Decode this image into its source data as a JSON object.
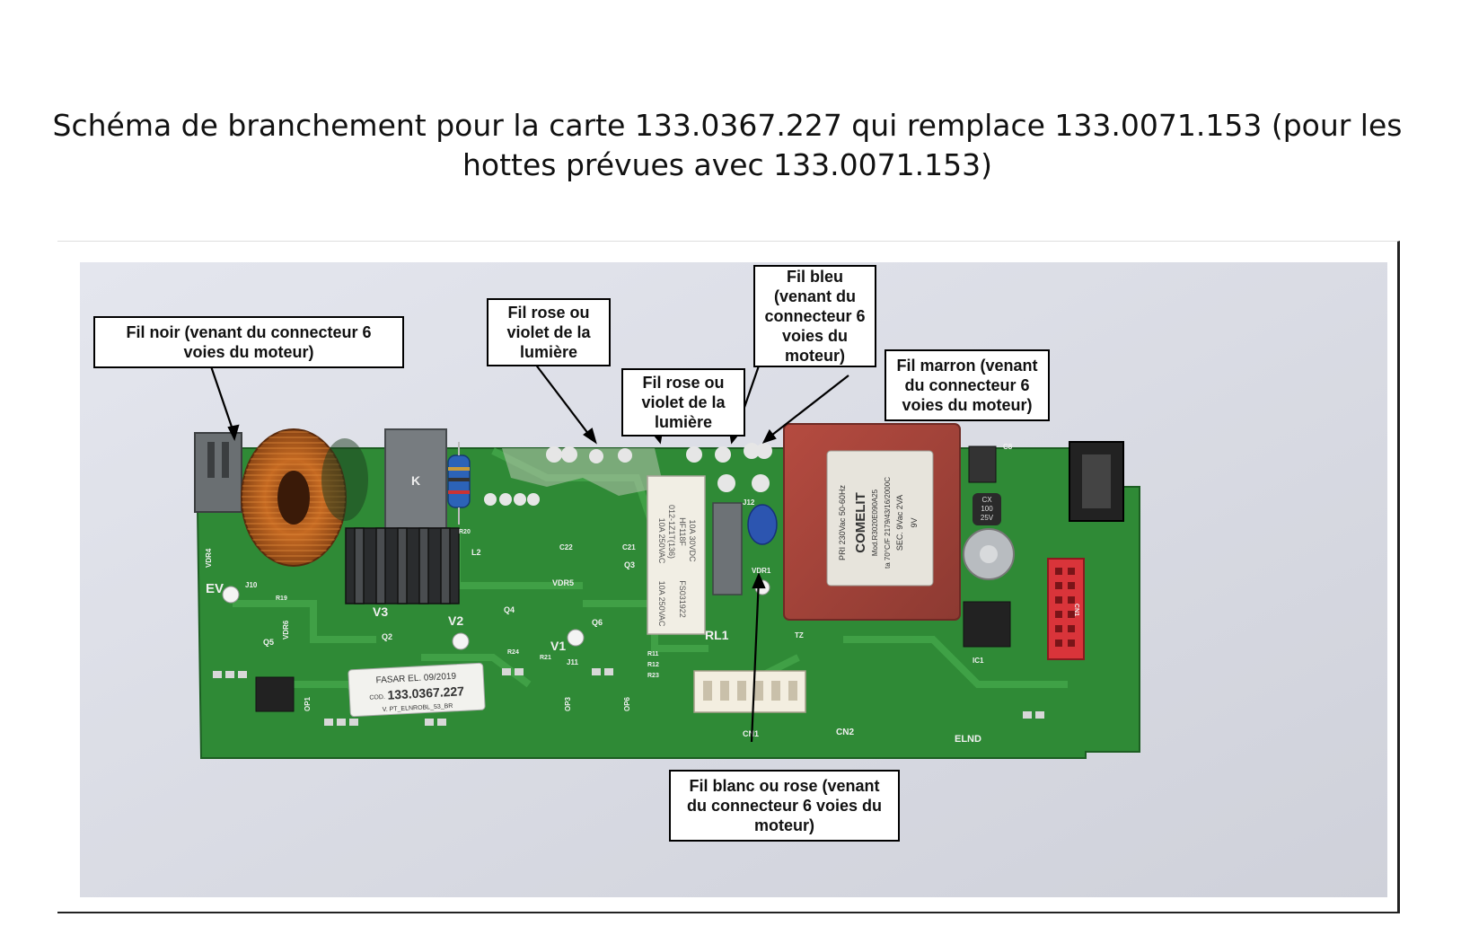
{
  "title": "Schéma de branchement pour la carte 133.0367.227 qui remplace 133.0071.153 (pour les hottes prévues avec 133.0071.153)",
  "callouts": [
    {
      "id": "noir",
      "text": "Fil noir (venant du connecteur 6\nvoies du moteur)"
    },
    {
      "id": "rose1",
      "text": "Fil rose ou\nviolet de la\nlumière"
    },
    {
      "id": "rose2",
      "text": "Fil rose ou\nviolet de la\nlumière"
    },
    {
      "id": "bleu",
      "text": "Fil bleu\n(venant du\nconnecteur 6\nvoies du\nmoteur)"
    },
    {
      "id": "marron",
      "text": "Fil marron (venant\ndu connecteur 6\nvoies du moteur)"
    },
    {
      "id": "blanc",
      "text": "Fil blanc ou rose (venant\ndu connecteur 6 voies du\nmoteur)"
    }
  ],
  "board_label": {
    "line1": "FASAR EL. 09/2019",
    "line2_prefix": "COD.",
    "line2": "133.0367.227",
    "line3": "V. PT_ELNROBL_53_BR"
  },
  "transformer": {
    "brand": "COMELIT",
    "pri": "PRI 230Vac 50-60Hz",
    "model": "Mod.R3020E090A25",
    "sec": "SEC. 9Vac 2VA",
    "ta": "ta 70°C/F 2179/43/16/2000C",
    "volt": "9V"
  },
  "relay": {
    "model": "HF118F",
    "line1": "012-1Z1T(136)",
    "line2": "10A 250VAC",
    "line3": "10A 30VDC",
    "line4": "10A 250VAC",
    "line5": "FS031922"
  },
  "capacitor": {
    "line1": "CX",
    "line2": "100",
    "line3": "25V"
  },
  "silkscreen": {
    "ev": "EV",
    "v3": "V3",
    "v2": "V2",
    "v1": "V1",
    "rl1": "RL1",
    "elnd": "ELND",
    "cn2": "CN2",
    "cn1": "CN1",
    "q2": "Q2",
    "q3": "Q3",
    "q4": "Q4",
    "q5": "Q5",
    "q6": "Q6",
    "l2": "L2",
    "vdr1": "VDR1",
    "vdr4": "VDR4",
    "vdr5": "VDR5",
    "vdr6": "VDR6",
    "op1": "OP1",
    "op3": "OP3",
    "op6": "OP6",
    "c21": "C21",
    "c22": "C22",
    "j11": "J11",
    "j10": "J10",
    "j12": "J12",
    "r11": "R11",
    "r12": "R12",
    "r19": "R19",
    "r20": "R20",
    "r21": "R21",
    "r23": "R23",
    "r24": "R24",
    "c8": "C8",
    "tz": "TZ",
    "ic1": "IC1",
    "cn1b": "CN1"
  },
  "colors": {
    "pcb": "#2f8a36",
    "pcb_dark": "#1f6a28",
    "copper": "#b8641e",
    "transformer": "#a8433a",
    "background_photo": "#dcdee6"
  }
}
